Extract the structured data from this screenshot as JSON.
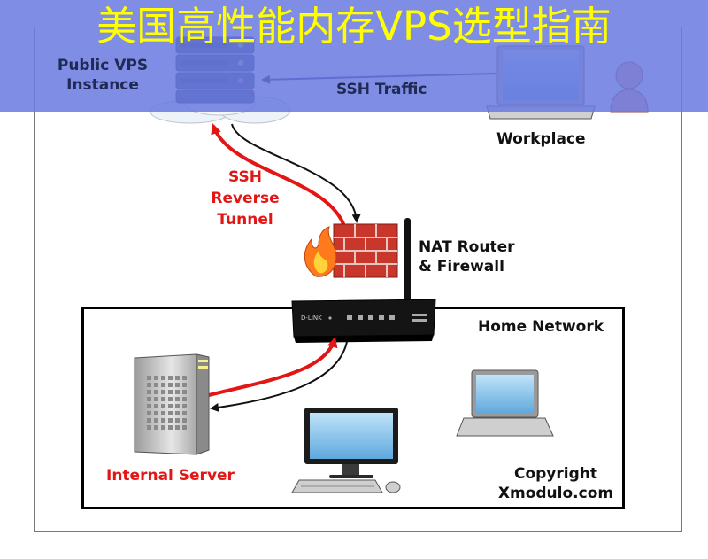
{
  "banner": {
    "title": "美国高性能内存VPS选型指南"
  },
  "nodes": {
    "public_vps": {
      "line1": "Public VPS",
      "line2": "Instance"
    },
    "ssh_traffic": "SSH Traffic",
    "workplace": "Workplace",
    "ssh_reverse": {
      "line1": "SSH",
      "line2": "Reverse",
      "line3": "Tunnel"
    },
    "nat_router": {
      "line1": "NAT Router",
      "line2": "& Firewall"
    },
    "home_network": "Home Network",
    "internal_server": "Internal Server",
    "copyright": {
      "line1": "Copyright",
      "line2": "Xmodulo.com"
    }
  },
  "device": {
    "brand": "D-LINK"
  },
  "colors": {
    "tunnel_red": "#e31616",
    "banner_bg": "#6a7ae0",
    "banner_text": "#ffff00"
  },
  "icons": [
    "server-rack-icon",
    "cloud-icon",
    "laptop-icon",
    "person-icon",
    "firewall-icon",
    "flame-icon",
    "router-icon",
    "tower-server-icon",
    "desktop-computer-icon",
    "keyboard-icon",
    "mouse-icon"
  ]
}
